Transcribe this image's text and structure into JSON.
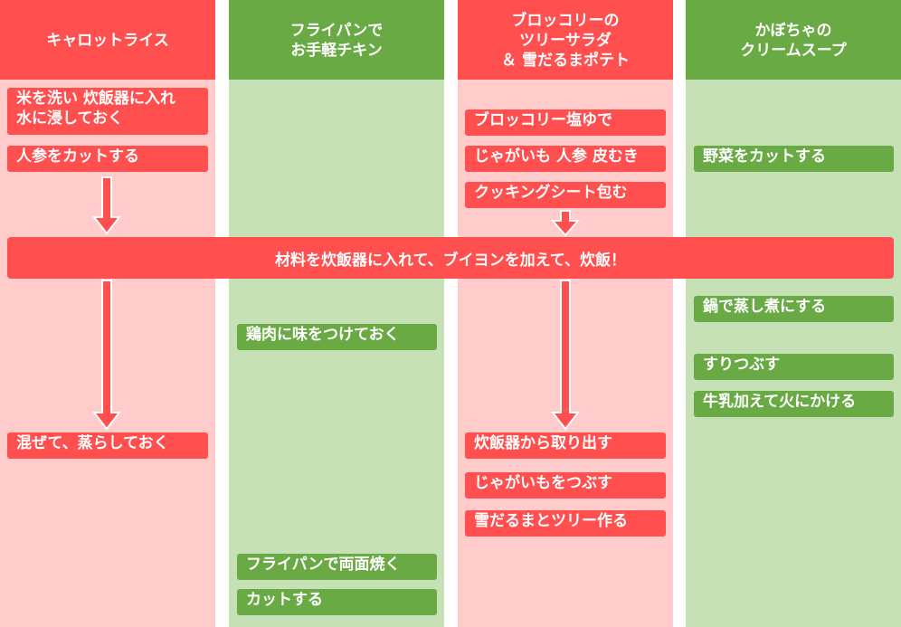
{
  "colors": {
    "red": "#ff4f4f",
    "light_red": "#ffcccb",
    "green": "#6aaa45",
    "light_green": "#c6e1b5"
  },
  "columns": [
    {
      "title": "キャロットライス",
      "steps_before": [
        "米を洗い 炊飯器に入れ\n水に浸しておく",
        "人参をカットする"
      ],
      "steps_after": [
        "混ぜて、蒸らしておく"
      ]
    },
    {
      "title": "フライパンで\nお手軽チキン",
      "steps_after": [
        "鶏肉に味をつけておく",
        "フライパンで両面焼く",
        "カットする"
      ]
    },
    {
      "title": "ブロッコリーの\nツリーサラダ\n＆ 雪だるまポテト",
      "steps_before": [
        "ブロッコリー塩ゆで",
        "じゃがいも 人参 皮むき",
        "クッキングシート包む"
      ],
      "steps_after": [
        "炊飯器から取り出す",
        "じゃがいもをつぶす",
        "雪だるまとツリー作る"
      ]
    },
    {
      "title": "かぼちゃの\nクリームスープ",
      "steps_before": [
        "野菜をカットする"
      ],
      "steps_after": [
        "鍋で蒸し煮にする",
        "すりつぶす",
        "牛乳加えて火にかける"
      ]
    }
  ],
  "banner": "材料を炊飯器に入れて、ブイヨンを加えて、炊飯！"
}
